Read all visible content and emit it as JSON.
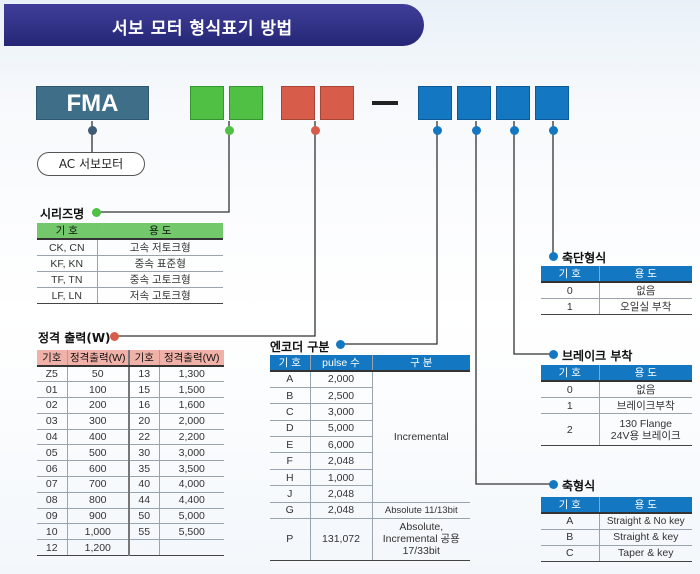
{
  "title": "서보 모터 형식표기 방법",
  "code": {
    "prefix": "FMA",
    "ac_label": "AC 서보모터"
  },
  "colors": {
    "series": "#4fc044",
    "power": "#d75d4a",
    "option": "#1477c2",
    "prefix": "#3f6e88",
    "banner": "#2e2e80"
  },
  "series": {
    "label": "시리즈명",
    "headers": [
      "기 호",
      "용 도"
    ],
    "rows": [
      [
        "CK, CN",
        "고속 저토크형"
      ],
      [
        "KF, KN",
        "중속 표준형"
      ],
      [
        "TF, TN",
        "중속 고토크형"
      ],
      [
        "LF, LN",
        "저속 고토크형"
      ]
    ]
  },
  "power": {
    "label": "정격 출력(W)",
    "headers": [
      "기호",
      "정격출력(W)",
      "기호",
      "정격출력(W)"
    ],
    "rows": [
      [
        "Z5",
        "50",
        "13",
        "1,300"
      ],
      [
        "01",
        "100",
        "15",
        "1,500"
      ],
      [
        "02",
        "200",
        "16",
        "1,600"
      ],
      [
        "03",
        "300",
        "20",
        "2,000"
      ],
      [
        "04",
        "400",
        "22",
        "2,200"
      ],
      [
        "05",
        "500",
        "30",
        "3,000"
      ],
      [
        "06",
        "600",
        "35",
        "3,500"
      ],
      [
        "07",
        "700",
        "40",
        "4,000"
      ],
      [
        "08",
        "800",
        "44",
        "4,400"
      ],
      [
        "09",
        "900",
        "50",
        "5,000"
      ],
      [
        "10",
        "1,000",
        "55",
        "5,500"
      ],
      [
        "12",
        "1,200",
        "",
        ""
      ]
    ]
  },
  "encoder": {
    "label": "엔코더 구분",
    "headers": [
      "기 호",
      "pulse 수",
      "구 분"
    ],
    "incremental": "Incremental",
    "rows": [
      [
        "A",
        "2,000"
      ],
      [
        "B",
        "2,500"
      ],
      [
        "C",
        "3,000"
      ],
      [
        "D",
        "5,000"
      ],
      [
        "E",
        "6,000"
      ],
      [
        "F",
        "2,048"
      ],
      [
        "H",
        "1,000"
      ],
      [
        "J",
        "2,048"
      ]
    ],
    "row_g": [
      "G",
      "2,048",
      "Absolute 11/13bit"
    ],
    "row_p": [
      "P",
      "131,072",
      "Absolute, Incremental 공용 17/33bit"
    ]
  },
  "shaft_end": {
    "label": "축단형식",
    "headers": [
      "기 호",
      "용 도"
    ],
    "rows": [
      [
        "0",
        "없음"
      ],
      [
        "1",
        "오일실 부착"
      ]
    ]
  },
  "brake": {
    "label": "브레이크 부착",
    "headers": [
      "기 호",
      "용 도"
    ],
    "rows": [
      [
        "0",
        "없음"
      ],
      [
        "1",
        "브레이크부착"
      ],
      [
        "2",
        "130 Flange 24V용 브레이크"
      ]
    ]
  },
  "shaft": {
    "label": "축형식",
    "headers": [
      "기 호",
      "용 도"
    ],
    "rows": [
      [
        "A",
        "Straight & No key"
      ],
      [
        "B",
        "Straight & key"
      ],
      [
        "C",
        "Taper & key"
      ]
    ]
  }
}
